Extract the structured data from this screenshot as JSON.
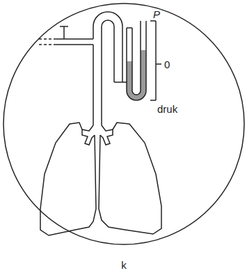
{
  "diagram": {
    "labels": [
      "P",
      "0",
      "druk",
      "k"
    ]
  }
}
